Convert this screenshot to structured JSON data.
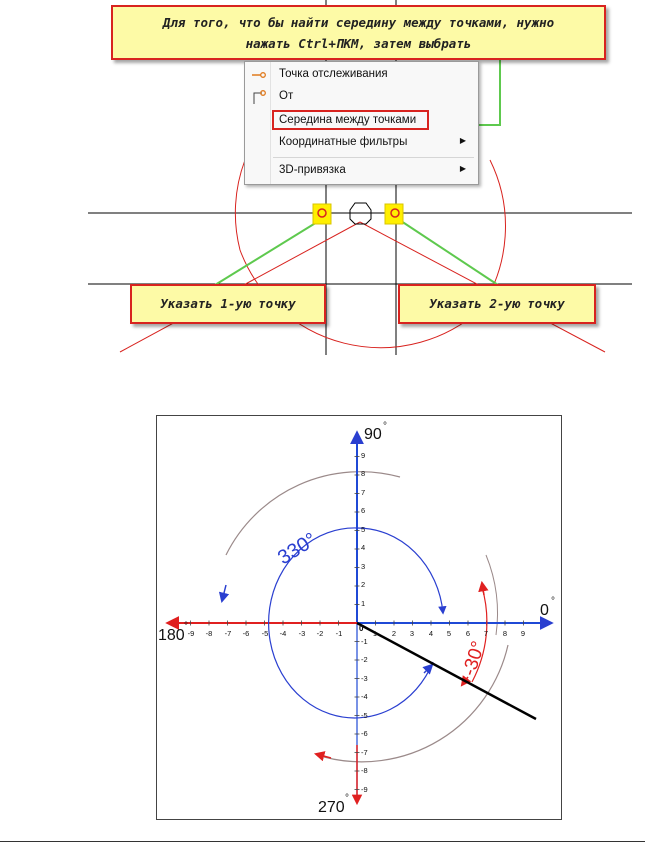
{
  "top_figure": {
    "callout_main_line1": "Для того, что бы найти середину между точками, нужно",
    "callout_main_line2": "нажать Ctrl+ПКМ, затем выбрать",
    "callout_point1": "Указать 1-ую точку",
    "callout_point2": "Указать 2-ую точку",
    "menu": {
      "items": [
        {
          "label": "Точка отслеживания",
          "submenu": false
        },
        {
          "label": "От",
          "submenu": false
        },
        {
          "label": "Середина между точками",
          "submenu": false,
          "highlighted": true
        },
        {
          "label": "Координатные фильтры",
          "submenu": true
        },
        {
          "label": "3D-привязка",
          "submenu": true
        }
      ]
    },
    "colors": {
      "callout_fill": "#fdfaa6",
      "callout_border": "#d8231f",
      "arrow_green": "#5ec94e",
      "construction_red": "#d8231f"
    }
  },
  "bottom_figure": {
    "label_90": "90",
    "label_0": "0",
    "label_180": "180",
    "label_270": "270",
    "label_330": "330°",
    "label_minus30": "-30°",
    "degree_mark": "°",
    "x_ticks_neg": [
      "-9",
      "-8",
      "-7",
      "-6",
      "-5",
      "-4",
      "-3",
      "-2",
      "-1"
    ],
    "x_ticks_pos": [
      "1",
      "2",
      "3",
      "4",
      "5",
      "6",
      "7",
      "8",
      "9"
    ],
    "y_ticks_pos": [
      "1",
      "2",
      "3",
      "4",
      "5",
      "6",
      "7",
      "8",
      "9"
    ],
    "y_ticks_neg": [
      "-1",
      "-2",
      "-3",
      "-4",
      "-5",
      "-6",
      "-7",
      "-8",
      "-9"
    ],
    "origin_label": "0",
    "colors": {
      "axis_blue": "#1f49d6",
      "axis_red": "#e02020",
      "circle_blue": "#2a3fd0",
      "arc_grey": "#9b8a8a",
      "line_black": "#000000"
    }
  }
}
